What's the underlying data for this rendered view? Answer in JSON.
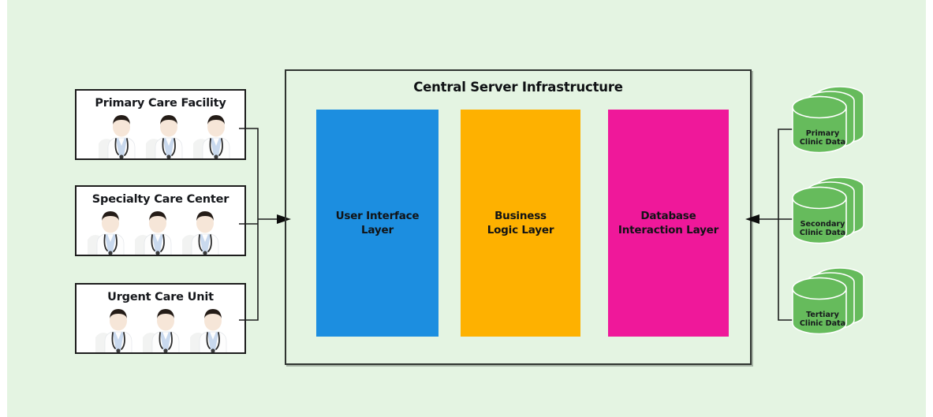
{
  "diagram": {
    "title": "Central Server Infrastructure",
    "background_color": "#e4f4e2",
    "page_color": "#ffffff"
  },
  "facilities": [
    {
      "id": "primary-care-facility",
      "label": "Primary Care Facility",
      "staff_count": 3
    },
    {
      "id": "specialty-care-center",
      "label": "Specialty Care Center",
      "staff_count": 3
    },
    {
      "id": "urgent-care-unit",
      "label": "Urgent Care Unit",
      "staff_count": 3
    }
  ],
  "server": {
    "title": "Central Server Infrastructure",
    "layers": [
      {
        "id": "user-interface-layer",
        "line1": "User Interface",
        "line2": "Layer",
        "color": "#1c8ee0"
      },
      {
        "id": "business-logic-layer",
        "line1": "Business",
        "line2": "Logic Layer",
        "color": "#feb100"
      },
      {
        "id": "database-interaction-layer",
        "line1": "Database",
        "line2": "Interaction Layer",
        "color": "#ef189a"
      }
    ]
  },
  "databases": [
    {
      "id": "primary-clinic-data",
      "line1": "Primary",
      "line2": "Clinic Data",
      "color": "#66bb5c"
    },
    {
      "id": "secondary-clinic-data",
      "line1": "Secondary",
      "line2": "Clinic Data",
      "color": "#66bb5c"
    },
    {
      "id": "tertiary-clinic-data",
      "line1": "Tertiary",
      "line2": "Clinic Data",
      "color": "#66bb5c"
    }
  ],
  "connectors": {
    "facilities_to_server": "arrow-right",
    "databases_to_server": "arrow-left"
  }
}
